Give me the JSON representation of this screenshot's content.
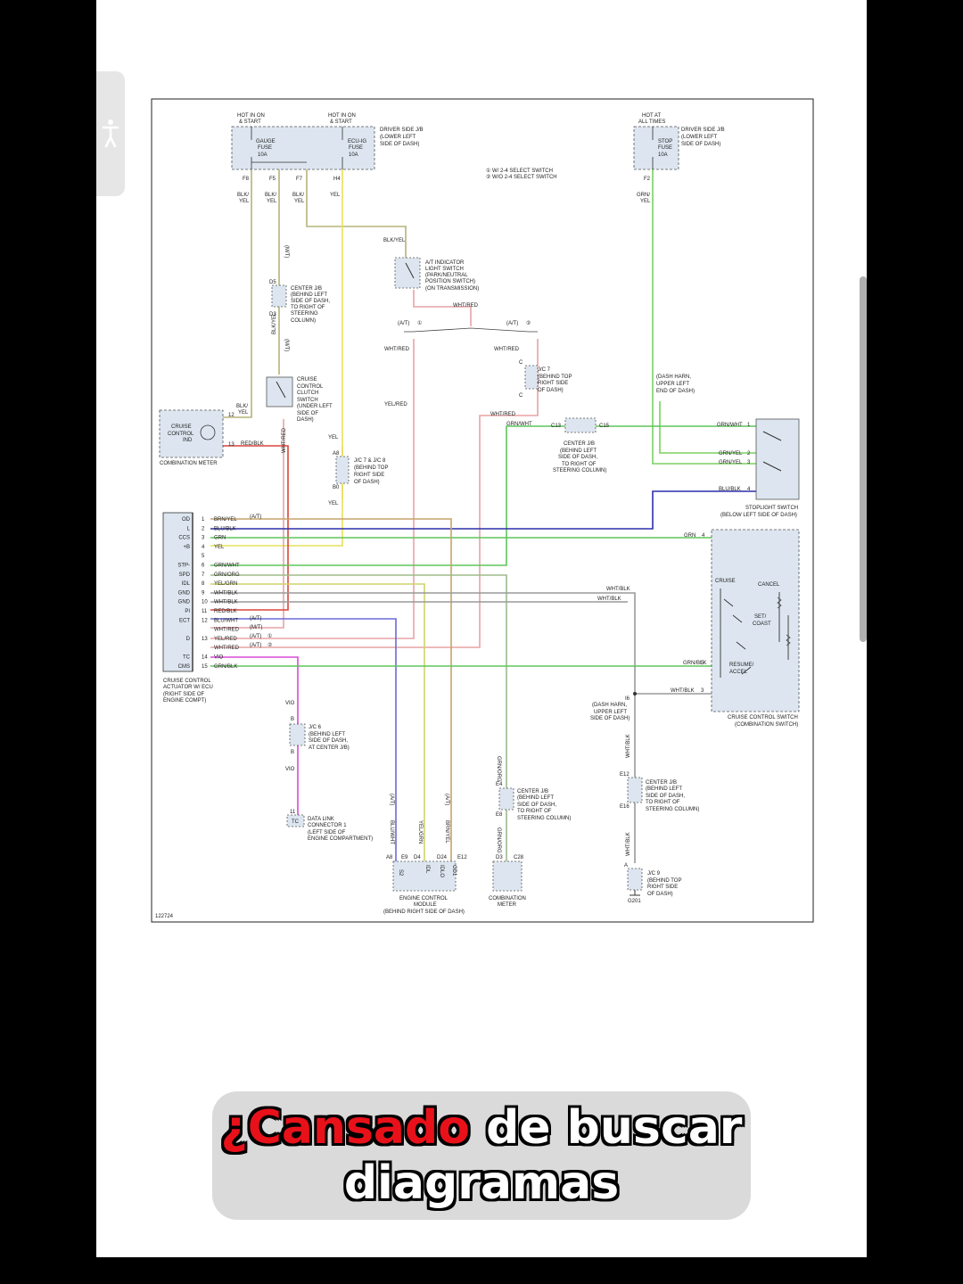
{
  "diagram_id": "122724",
  "caption": {
    "highlight": "¿Cansado",
    "rest_line1": " de buscar",
    "line2": "diagramas"
  },
  "colors": {
    "yel": "#e6e05a",
    "red": "#d8463c",
    "pink": "#e7a3a6",
    "grn": "#5ec55a",
    "blue": "#2d2fa8",
    "violet": "#d94ad6",
    "gray": "#9a9a9a",
    "olive": "#b5b47a",
    "brown": "#c6a46c"
  },
  "labels": {
    "hot_run": "HOT IN ON",
    "and_start": "& START",
    "hot_at": "HOT AT",
    "all_times": "ALL TIMES",
    "gauge": "GAUGE",
    "fuse": "FUSE",
    "amp10": "10A",
    "ecu_ig": "ECU-IG",
    "stop": "STOP",
    "dsjb1": "DRIVER SIDE J/B",
    "dsjb2": "(LOWER LEFT",
    "dsjb3": "SIDE OF DASH)",
    "dsjb2b": "(LOWER LEFT",
    "dsjb3b": "SIDE OF DASH)",
    "sel1": "W/ 2-4 SELECT SWITCH",
    "sel2": "W/O 2-4 SELECT SWITCH",
    "n1": "1",
    "n2": "2",
    "f8": "F8",
    "f5": "F5",
    "f7": "F7",
    "h4": "H4",
    "f2": "F2",
    "blk": "BLK/",
    "yel_s": "YEL",
    "yel": "YEL",
    "grn_s": "GRN/",
    "blkyel": "BLK/YEL",
    "mt": "(M/T)",
    "at": "(A/T)",
    "d5": "D5",
    "d3": "D3",
    "cjb1": "CENTER J/B",
    "cjb2": "(BEHIND LEFT",
    "cjb3": "SIDE OF DASH,",
    "cjb4": "TO RIGHT OF",
    "cjb5": "STEERING",
    "cjb6": "COLUMN)",
    "ati1": "A/T INDICATOR",
    "ati2": "LIGHT SWITCH",
    "ati3": "(PARK/NEUTRAL",
    "ati4": "POSITION SWITCH)",
    "ati5": "(ON TRANSMISSION)",
    "whtred": "WHT/RED",
    "yelred": "YEL/RED",
    "c": "C",
    "jc7_1": "J/C 7",
    "jc7_2": "(BEHIND TOP",
    "jc7_3": "RIGHT SIDE",
    "jc7_4": "OF DASH)",
    "ccc1": "CRUISE",
    "ccc2": "CONTROL",
    "ccc3": "CLUTCH",
    "ccc4": "SWITCH",
    "ccc5": "(UNDER LEFT",
    "ccc6": "SIDE OF",
    "ccc7": "DASH)",
    "ind1": "CRUISE",
    "ind2": "CONTROL",
    "ind3": "IND",
    "combo_meter": "COMBINATION METER",
    "n12": "12",
    "n13": "13",
    "redblk": "RED/BLK",
    "whtred_v": "WHT/RED",
    "grnwht": "GRN/WHT",
    "c13": "C13",
    "c15": "C15",
    "cjbb1": "CENTER J/B",
    "cjbb2": "(BEHIND LEFT",
    "cjbb3": "SIDE OF DASH,",
    "cjbb4": "TO RIGHT OF",
    "cjbb5": "STEERING COLUMN)",
    "a8": "A8",
    "b0": "B0",
    "jc78_1": "J/C 7 & J/C 8",
    "jc78_2": "(BEHIND TOP",
    "jc78_3": "RIGHT SIDE",
    "jc78_4": "OF DASH)",
    "dh1": "(DASH HARN,",
    "dh2": "UPPER LEFT",
    "dh3": "END OF DASH)",
    "grnwht1": "GRN/WHT",
    "grnyel2": "GRN/YEL",
    "grnyel3": "GRN/YEL",
    "blublk4": "BLU/BLK",
    "s1": "1",
    "s2": "2",
    "s3": "3",
    "s4": "4",
    "sl1": "STOPLIGHT SWITCH",
    "sl2": "(BELOW LEFT SIDE OF DASH)",
    "pins": [
      "OD",
      "L",
      "CCS",
      "+B",
      "",
      "STP-",
      "SPD",
      "IDL",
      "GND",
      "GND",
      "PI",
      "ECT",
      "",
      "D",
      "",
      "TC",
      "CMS"
    ],
    "pin_nums": [
      "1",
      "2",
      "3",
      "4",
      "5",
      "6",
      "7",
      "8",
      "9",
      "10",
      "11",
      "12",
      "",
      "13",
      "",
      "14",
      "15"
    ],
    "wires": [
      "BRN/YEL",
      "BLU/BLK",
      "GRN",
      "YEL",
      "",
      "GRN/WHT",
      "GRN/ORG",
      "YEL/GRN",
      "WHT/BLK",
      "WHT/BLK",
      "RED/BLK",
      "BLU/WHT",
      "WHT/RED",
      "YEL/RED",
      "WHT/RED",
      "VIO",
      "GRN/BLK"
    ],
    "act1": "CRUISE CONTROL",
    "act2": "ACTUATOR W/ ECU",
    "act3": "(RIGHT SIDE OF",
    "act4": "ENGINE COMPT)",
    "grn4": "GRN",
    "whtblk": "WHT/BLK",
    "grnblk5": "GRN/BLK",
    "whtblk3": "WHT/BLK",
    "cruise": "CRUISE",
    "cancel": "CANCEL",
    "setcoast1": "SET/",
    "setcoast2": "COAST",
    "resacc1": "RESUME/",
    "resacc2": "ACCEL",
    "csw1": "CRUISE CONTROL SWITCH",
    "csw2": "(COMBINATION SWITCH)",
    "i6": "I6",
    "dh2_1": "(DASH HARN,",
    "dh2_2": "UPPER LEFT",
    "dh2_3": "SIDE OF DASH)",
    "e12": "E12",
    "e16": "E16",
    "cjbc1": "CENTER J/B",
    "cjbc2": "(BEHIND LEFT",
    "cjbc3": "SIDE OF DASH,",
    "cjbc4": "TO RIGHT OF",
    "cjbc5": "STEERING COLUMN)",
    "a": "A",
    "jc9_1": "J/C 9",
    "jc9_2": "(BEHIND TOP",
    "jc9_3": "RIGHT SIDE",
    "jc9_4": "OF DASH)",
    "g201": "G201",
    "vio": "VIO",
    "b": "B",
    "jc6_1": "J/C 6",
    "jc6_2": "(BEHIND LEFT",
    "jc6_3": "SIDE OF DASH,",
    "jc6_4": "AT CENTER J/B)",
    "n11": "11",
    "tc": "TC",
    "dlc1": "DATA LINK",
    "dlc2": "CONNECTOR 1",
    "dlc3": "(LEFT SIDE OF",
    "dlc4": "ENGINE COMPARTMENT)",
    "grnorg": "GRN/ORG",
    "e4": "E4",
    "e8": "E8",
    "cjbd1": "CENTER J/B",
    "cjbd2": "(BEHIND LEFT",
    "cjbd3": "SIDE OF DASH,",
    "cjbd4": "TO RIGHT OF",
    "cjbd5": "STEERING COLUMN)",
    "bluwht": "BLU/WHT",
    "yelgrn": "YEL/GRN",
    "brnyel": "BRN/YEL",
    "ecm_pins": [
      "A8",
      "E9",
      "D4",
      "D24",
      "E12"
    ],
    "ecm_names": [
      "S2",
      "IDL",
      "IDLO",
      "OD1"
    ],
    "ecm1": "ENGINE CONTROL",
    "ecm2": "MODULE",
    "ecm3": "(BEHIND RIGHT SIDE OF DASH)",
    "d3b": "D3",
    "c28": "C28",
    "cm1": "COMBINATION",
    "cm2": "METER",
    "mt2": "(M/T)",
    "whtred_m": "WHT/RED",
    "at1": "(A/T)",
    "at2": "(A/T)"
  }
}
